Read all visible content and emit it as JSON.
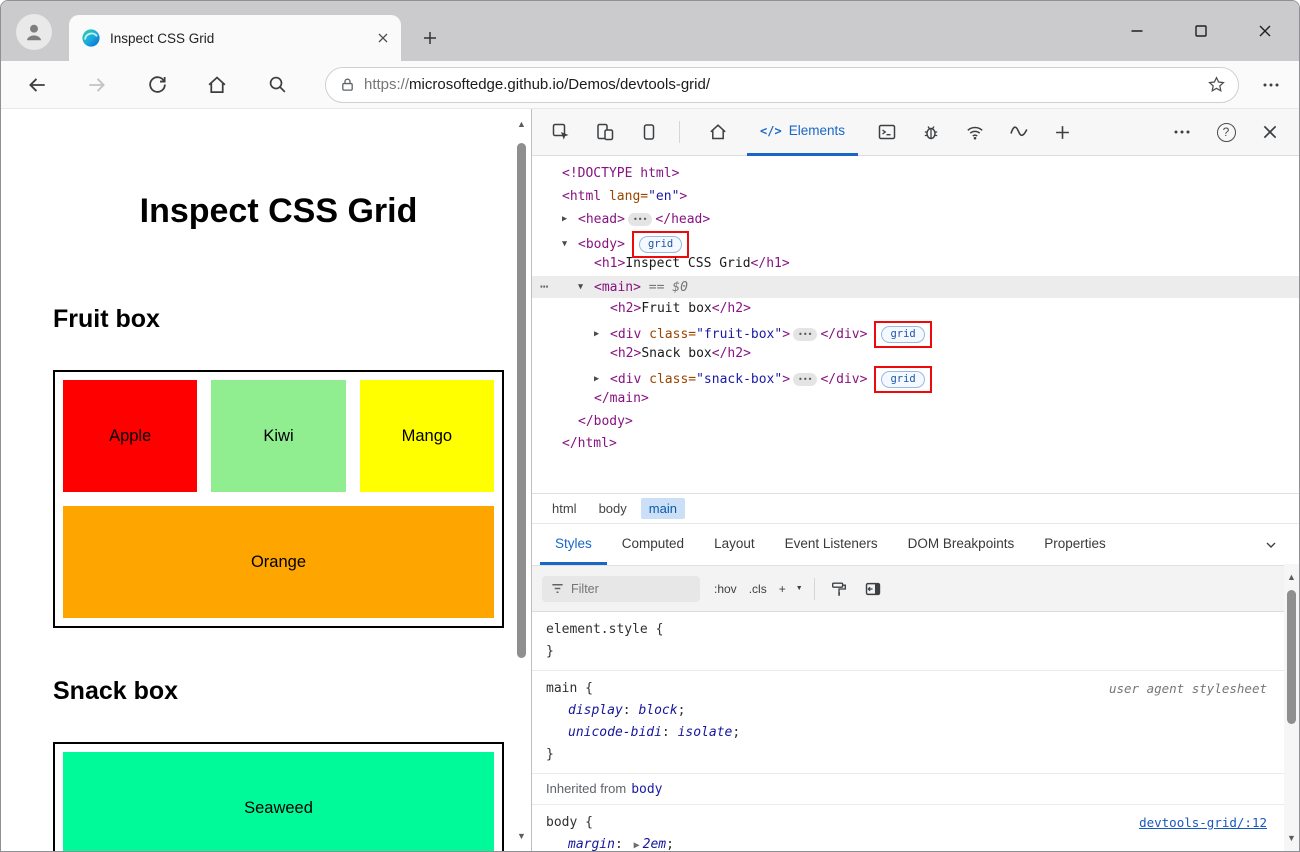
{
  "chrome": {
    "accent": "#1a66c7",
    "tab_title": "Inspect CSS Grid",
    "address": {
      "scheme": "https://",
      "rest": "microsoftedge.github.io/Demos/devtools-grid/"
    }
  },
  "page": {
    "title": "Inspect CSS Grid",
    "fruit": {
      "heading": "Fruit box",
      "cells": [
        {
          "label": "Apple",
          "color": "#ff0000",
          "span": 1
        },
        {
          "label": "Kiwi",
          "color": "#90ee90",
          "span": 1
        },
        {
          "label": "Mango",
          "color": "#ffff00",
          "span": 1
        },
        {
          "label": "Orange",
          "color": "#ffa500",
          "span": 3
        }
      ]
    },
    "snack": {
      "heading": "Snack box",
      "cells": [
        {
          "label": "Seaweed",
          "color": "#00fa9a",
          "span": 3
        }
      ]
    }
  },
  "devtools": {
    "toolbar": {
      "elements_label": "Elements",
      "code_glyph": "</>",
      "help_glyph": "?"
    },
    "dom_pill": "•••",
    "gutter_dots": "⋯",
    "badge_label": "grid",
    "dom_rows": [
      {
        "indent": 0,
        "arrow": "",
        "segs": [
          {
            "t": "tag",
            "s": "<!DOCTYPE html>"
          }
        ]
      },
      {
        "indent": 0,
        "arrow": "",
        "segs": [
          {
            "t": "tag",
            "s": "<html"
          },
          {
            "t": "attr",
            "s": " lang="
          },
          {
            "t": "val",
            "s": "\"en\""
          },
          {
            "t": "tag",
            "s": ">"
          }
        ]
      },
      {
        "indent": 1,
        "arrow": "right",
        "segs": [
          {
            "t": "tag",
            "s": "<head>"
          },
          {
            "t": "pill"
          },
          {
            "t": "tag",
            "s": "</head>"
          }
        ]
      },
      {
        "indent": 1,
        "arrow": "down",
        "segs": [
          {
            "t": "tag",
            "s": "<body>"
          },
          {
            "t": "badge",
            "s": "grid"
          }
        ]
      },
      {
        "indent": 2,
        "arrow": "",
        "segs": [
          {
            "t": "tag",
            "s": "<h1>"
          },
          {
            "t": "text",
            "s": "Inspect CSS Grid"
          },
          {
            "t": "tag",
            "s": "</h1>"
          }
        ]
      },
      {
        "indent": 2,
        "arrow": "down",
        "selected": true,
        "gutter": true,
        "segs": [
          {
            "t": "tag",
            "s": "<main>"
          },
          {
            "t": "meta",
            "s": " == $0"
          }
        ]
      },
      {
        "indent": 3,
        "arrow": "",
        "segs": [
          {
            "t": "tag",
            "s": "<h2>"
          },
          {
            "t": "text",
            "s": "Fruit box"
          },
          {
            "t": "tag",
            "s": "</h2>"
          }
        ]
      },
      {
        "indent": 3,
        "arrow": "right",
        "segs": [
          {
            "t": "tag",
            "s": "<div"
          },
          {
            "t": "attr",
            "s": " class="
          },
          {
            "t": "val",
            "s": "\"fruit-box\""
          },
          {
            "t": "tag",
            "s": ">"
          },
          {
            "t": "pill"
          },
          {
            "t": "tag",
            "s": "</div>"
          },
          {
            "t": "badge",
            "s": "grid"
          }
        ]
      },
      {
        "indent": 3,
        "arrow": "",
        "segs": [
          {
            "t": "tag",
            "s": "<h2>"
          },
          {
            "t": "text",
            "s": "Snack box"
          },
          {
            "t": "tag",
            "s": "</h2>"
          }
        ]
      },
      {
        "indent": 3,
        "arrow": "right",
        "segs": [
          {
            "t": "tag",
            "s": "<div"
          },
          {
            "t": "attr",
            "s": " class="
          },
          {
            "t": "val",
            "s": "\"snack-box\""
          },
          {
            "t": "tag",
            "s": ">"
          },
          {
            "t": "pill"
          },
          {
            "t": "tag",
            "s": "</div>"
          },
          {
            "t": "badge",
            "s": "grid"
          }
        ]
      },
      {
        "indent": 2,
        "arrow": "",
        "segs": [
          {
            "t": "tag",
            "s": "</main>"
          }
        ]
      },
      {
        "indent": 1,
        "arrow": "",
        "segs": [
          {
            "t": "tag",
            "s": "</body>"
          }
        ]
      },
      {
        "indent": 0,
        "arrow": "",
        "segs": [
          {
            "t": "tag",
            "s": "</html>"
          }
        ]
      }
    ],
    "crumbs": [
      {
        "label": "html"
      },
      {
        "label": "body"
      },
      {
        "label": "main",
        "selected": true
      }
    ],
    "panel_tabs": [
      {
        "label": "Styles",
        "selected": true
      },
      {
        "label": "Computed"
      },
      {
        "label": "Layout"
      },
      {
        "label": "Event Listeners"
      },
      {
        "label": "DOM Breakpoints"
      },
      {
        "label": "Properties"
      }
    ],
    "styles": {
      "filter_placeholder": "Filter",
      "pseudo_toggles": [
        ":hov",
        ".cls",
        "+"
      ],
      "punct": {
        "open": " {",
        "close": "}",
        "colon": ": ",
        "semi": ";"
      },
      "sections": [
        {
          "type": "rule",
          "selector": "element.style",
          "decls": []
        },
        {
          "type": "rule",
          "selector": "main",
          "source": "user agent stylesheet",
          "decls": [
            {
              "p": "display",
              "v": "block"
            },
            {
              "p": "unicode-bidi",
              "v": "isolate"
            }
          ]
        },
        {
          "type": "inherited",
          "label": "Inherited from",
          "node": "body"
        },
        {
          "type": "rule",
          "selector": "body",
          "source_link": "devtools-grid/:12",
          "decls": [
            {
              "p": "margin",
              "v": "2em",
              "expand": true
            }
          ]
        }
      ]
    }
  }
}
